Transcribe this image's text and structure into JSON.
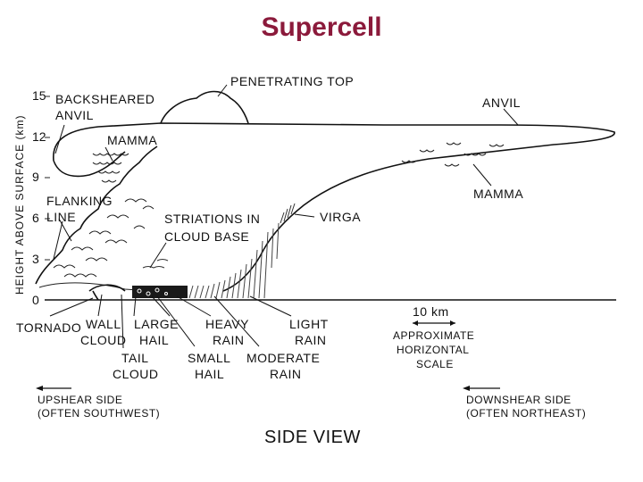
{
  "title": "Supercell",
  "diagram": {
    "y_axis_label": "HEIGHT ABOVE SURFACE (km)",
    "y_ticks": [
      "15",
      "12",
      "9",
      "6",
      "3",
      "0"
    ],
    "labels": {
      "penetrating_top": "PENETRATING TOP",
      "backsheared_anvil_1": "BACKSHEARED",
      "backsheared_anvil_2": "ANVIL",
      "anvil": "ANVIL",
      "mamma_left": "MAMMA",
      "mamma_right": "MAMMA",
      "flanking_line_1": "FLANKING",
      "flanking_line_2": "LINE",
      "striations_1": "STRIATIONS IN",
      "striations_2": "CLOUD BASE",
      "virga": "VIRGA",
      "tornado": "TORNADO",
      "wall_cloud_1": "WALL",
      "wall_cloud_2": "CLOUD",
      "tail_cloud_1": "TAIL",
      "tail_cloud_2": "CLOUD",
      "large_hail_1": "LARGE",
      "large_hail_2": "HAIL",
      "small_hail_1": "SMALL",
      "small_hail_2": "HAIL",
      "heavy_rain_1": "HEAVY",
      "heavy_rain_2": "RAIN",
      "moderate_rain_1": "MODERATE",
      "moderate_rain_2": "RAIN",
      "light_rain_1": "LIGHT",
      "light_rain_2": "RAIN",
      "scale_value": "10 km",
      "scale_1": "APPROXIMATE",
      "scale_2": "HORIZONTAL",
      "scale_3": "SCALE",
      "upshear_1": "UPSHEAR SIDE",
      "upshear_2": "(OFTEN SOUTHWEST)",
      "downshear_1": "DOWNSHEAR SIDE",
      "downshear_2": "(OFTEN NORTHEAST)",
      "side_view": "SIDE VIEW"
    }
  }
}
